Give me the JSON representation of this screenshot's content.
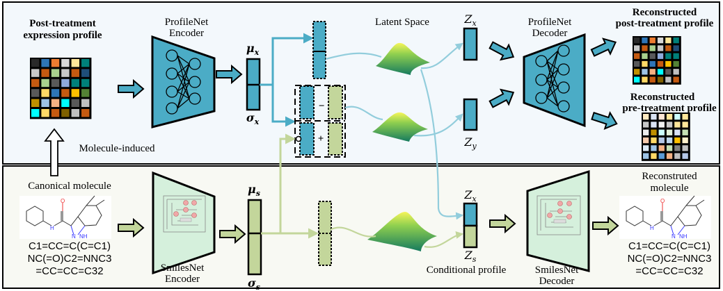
{
  "colors": {
    "profile_blue": "#4bacc6",
    "smiles_green": "#c3d69b",
    "encoder_green": "#d5f0dc",
    "link_blue": "#92cddc",
    "top_bg": "#f3f8fc",
    "bottom_bg": "#f8f9f3"
  },
  "top": {
    "input_title": [
      "Post-treatment",
      "expression profile"
    ],
    "encoder_title": [
      "ProfileNet",
      "Encoder"
    ],
    "mu": "μ",
    "mu_sub": "x",
    "sigma": "σ",
    "sigma_sub": "x",
    "minus": "−",
    "plus": "+",
    "latent_title": "Latent Space",
    "zx": "Z",
    "zx_sub": "x",
    "zy": "Z",
    "zy_sub": "y",
    "decoder_title": [
      "ProfileNet",
      "Decoder"
    ],
    "out_post_title": [
      "Reconstructed",
      "post-treatment profile"
    ],
    "out_pre_title": [
      "Reconstructed",
      "pre-treatment profile"
    ],
    "molecule_induced": "Molecule-induced"
  },
  "bottom": {
    "input_title": "Canonical molecule",
    "smiles": [
      "C1=CC=C(C=C1)",
      "NC(=O)C2=NNC3",
      "=CC=CC=C32"
    ],
    "encoder_title": [
      "SmilesNet",
      "Encoder"
    ],
    "mu": "μ",
    "mu_sub": "s",
    "sigma": "σ",
    "sigma_sub": "s",
    "zx": "Z",
    "zx_sub": "x",
    "zs": "Z",
    "zs_sub": "s",
    "conditional": "Conditional profile",
    "decoder_title": [
      "SmilesNet",
      "Decoder"
    ],
    "output_title": [
      "Reconstruted",
      "molecule"
    ],
    "out_smiles": [
      "C1=CC=C(C=C1)",
      "NC(=O)C2=NNC3",
      "=CC=CC=C32"
    ],
    "mol_atoms": {
      "o": "O",
      "nh": "H",
      "n": "N",
      "nh2": "NH"
    }
  },
  "grids": {
    "post": [
      [
        "#2a2a2a",
        "#2e75b6",
        "#ed7d31",
        "#d9d9d9",
        "#ffe699",
        "#00807a"
      ],
      [
        "#c8c8c8",
        "#c55a11",
        "#a9d18e",
        "#c8c8c8",
        "#c55a11",
        "#1f4e79"
      ],
      [
        "#c55a11",
        "#a9d18e",
        "#595959",
        "#8faadc",
        "#00807a",
        "#00807a"
      ],
      [
        "#595959",
        "#ffd966",
        "#2e75b6",
        "#c55a11",
        "#ffc000",
        "#548235"
      ],
      [
        "#bf9000",
        "#9dc3e6",
        "#f4b183",
        "#00ffff",
        "#595959",
        "#c0c0c0"
      ],
      [
        "#00ffff",
        "#ffd966",
        "#c55a11",
        "#7f6000",
        "#c0c0c0",
        "#c55a11"
      ]
    ],
    "pre": [
      [
        "#fde9c0",
        "#dae3f3",
        "#fbe5d6",
        "#ffe699",
        "#ccffff",
        "#ffe699"
      ],
      [
        "#c8c8c8",
        "#dae3f3",
        "#f2f2f2",
        "#c8c8c8",
        "#ffe699",
        "#ffe699"
      ],
      [
        "#ededed",
        "#bf9000",
        "#ccffff",
        "#e2f0d9",
        "#dae3f3",
        "#c5e0b4"
      ],
      [
        "#f8cbad",
        "#ffd966",
        "#b4c7e7",
        "#bdd7ee",
        "#ffc000",
        "#fff2cc"
      ],
      [
        "#deebf7",
        "#9dc3e6",
        "#f4b183",
        "#c5e0b4",
        "#808080",
        "#c0c0c0"
      ],
      [
        "#9dc3e6",
        "#ffd966",
        "#5b9bd5",
        "#f4b183",
        "#c0c0c0",
        "#b4c7e7"
      ]
    ]
  }
}
